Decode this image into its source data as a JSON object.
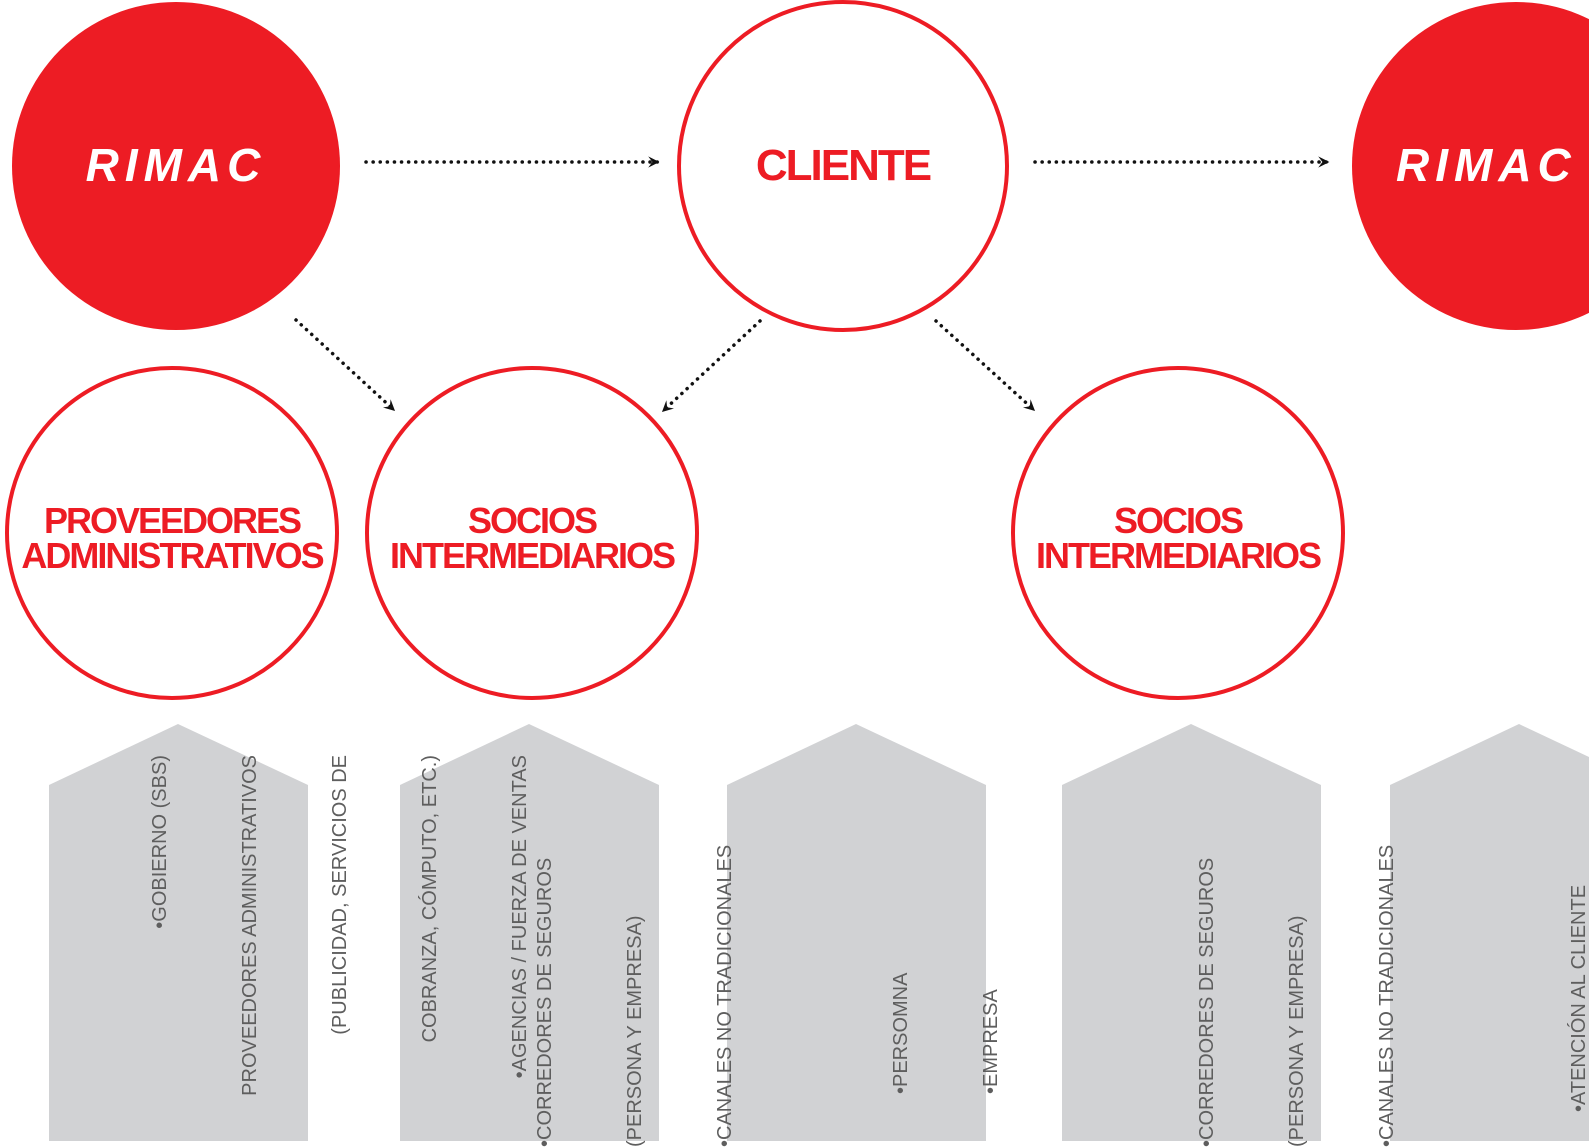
{
  "colors": {
    "brand_red": "#ed1c24",
    "panel_gray": "#d1d2d4",
    "panel_text": "#5e5e5e",
    "arrow": "#111111",
    "white": "#ffffff"
  },
  "nodes": {
    "rimac_left": {
      "label": "RIMAC"
    },
    "cliente": {
      "label": "CLIENTE"
    },
    "rimac_right": {
      "label": "RIMAC"
    },
    "proveedores": {
      "line1": "PROVEEDORES",
      "line2": "ADMINISTRATIVOS"
    },
    "socios_left": {
      "line1": "SOCIOS",
      "line2": "INTERMEDIARIOS"
    },
    "socios_right": {
      "line1": "SOCIOS",
      "line2": "INTERMEDIARIOS"
    }
  },
  "panels": {
    "proveedores": {
      "lines": [
        "•GOBIERNO (SBS)",
        "PROVEEDORES ADMINISTRATIVOS",
        "(PUBLICIDAD, SERVICIOS DE",
        "COBRANZA, CÓMPUTO, ETC.)",
        "•AGENCIAS / FUERZA DE VENTAS"
      ]
    },
    "socios_left": {
      "lines": [
        "•CORREDORES DE SEGUROS",
        "(PERSONA Y EMPRESA)",
        "•CANALES NO TRADICIONALES"
      ]
    },
    "cliente": {
      "lines": [
        "•PERSOMNA",
        "•EMPRESA"
      ]
    },
    "socios_right": {
      "lines": [
        "•CORREDORES DE SEGUROS",
        "(PERSONA Y EMPRESA)",
        "•CANALES NO TRADICIONALES"
      ]
    },
    "rimac_right": {
      "lines": [
        "•ATENCIÓN AL CLIENTE"
      ]
    }
  }
}
